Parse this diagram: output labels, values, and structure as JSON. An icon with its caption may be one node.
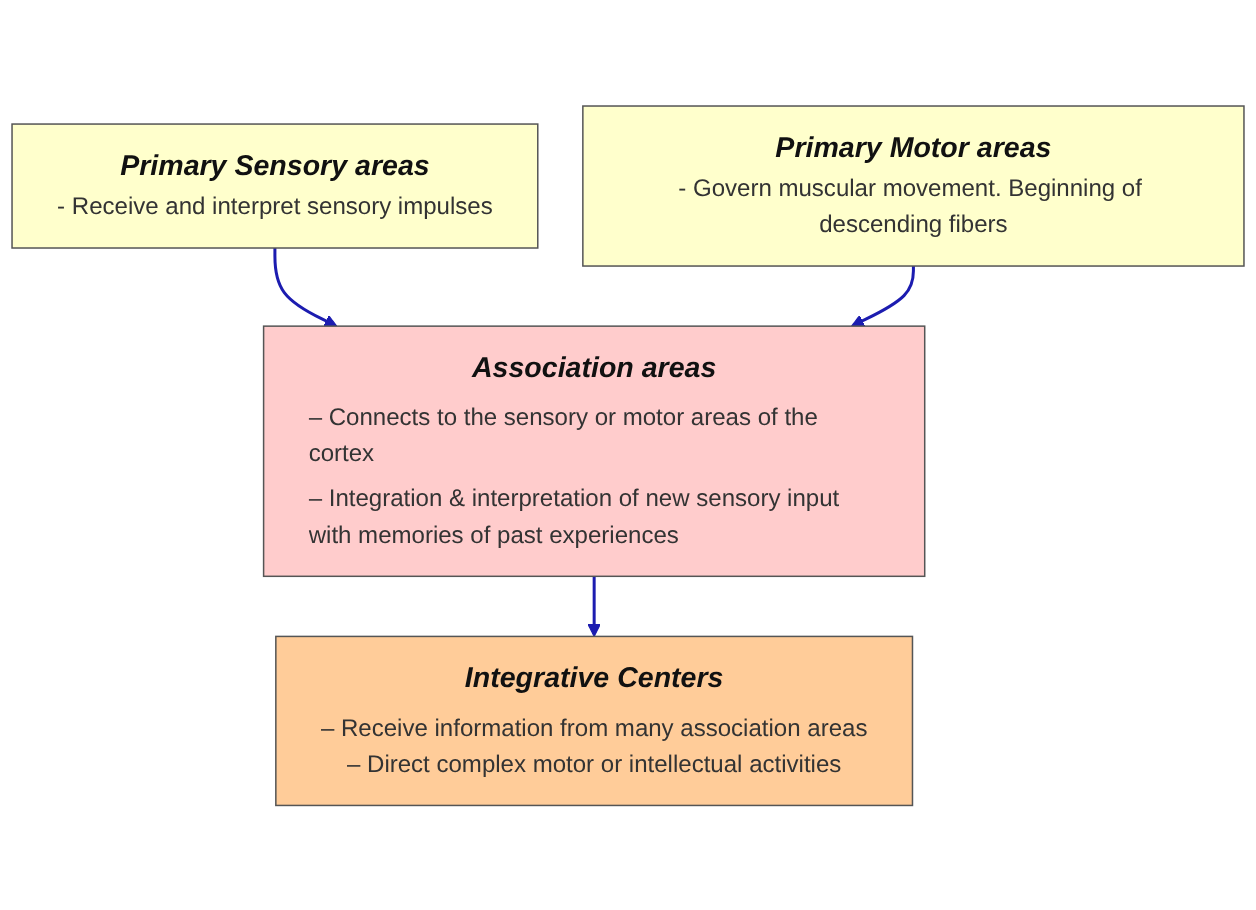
{
  "diagram": {
    "nodes": [
      {
        "text": [
          "Primary Sensory areas",
          "- Receive and interpret sensory impulses"
        ]
      },
      {
        "text": [
          "Primary Motor areas",
          "- Govern muscular movement. Beginning of descending fibers"
        ]
      },
      {
        "text": [
          "Association areas",
          "– Connects to the sensory or motor areas of the cortex",
          "– Integration & interpretation of new sensory input with memories of past experiences"
        ]
      },
      {
        "text": [
          "Integrative Centers",
          "– Receive information from many association areas",
          "– Direct complex motor or intellectual activities"
        ]
      }
    ],
    "edges": [
      {
        "from": 0,
        "to": 2,
        "arrow": "to"
      },
      {
        "from": 1,
        "to": 2,
        "arrow": "to"
      },
      {
        "from": 2,
        "to": 3,
        "arrow": "to"
      }
    ]
  }
}
